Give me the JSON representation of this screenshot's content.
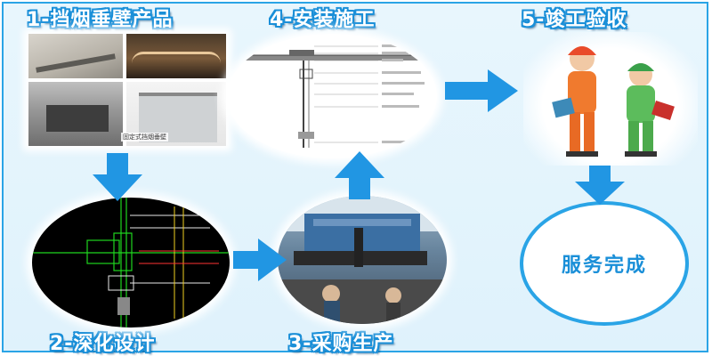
{
  "steps": {
    "s1": "1-挡烟垂壁产品",
    "s2": "2-深化设计",
    "s3": "3-采购生产",
    "s4": "4-安装施工",
    "s5": "5-竣工验收"
  },
  "photo_caption": "固定式挡烟垂壁",
  "done_label": "服务完成",
  "colors": {
    "accent": "#1a8fd8",
    "arrow": "#2196e3",
    "frame": "#2aa4e6"
  }
}
